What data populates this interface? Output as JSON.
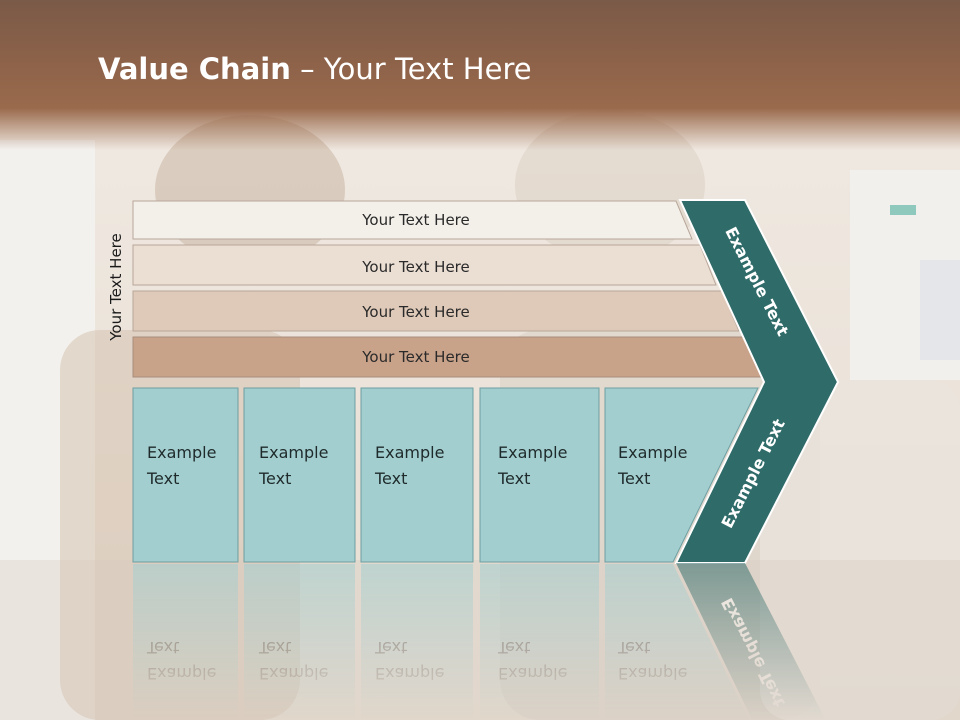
{
  "slide": {
    "title_bold": "Value Chain",
    "title_rest": " – Your Text Here",
    "side_label": "Your Text Here"
  },
  "bars": [
    {
      "label": "Your Text Here",
      "color": "#f3efe9"
    },
    {
      "label": "Your Text Here",
      "color": "#ebded3"
    },
    {
      "label": "Your Text Here",
      "color": "#dfc9b8"
    },
    {
      "label": "Your Text Here",
      "color": "#c9a28a"
    }
  ],
  "boxes": [
    {
      "line1": "Example",
      "line2": "Text"
    },
    {
      "line1": "Example",
      "line2": "Text"
    },
    {
      "line1": "Example",
      "line2": "Text"
    },
    {
      "line1": "Example",
      "line2": "Text"
    },
    {
      "line1": "Example",
      "line2": "Text"
    }
  ],
  "chevron": {
    "upper_label": "Example Text",
    "lower_label": "Example Text",
    "color": "#2f6b69"
  },
  "colors": {
    "box_fill": "#a2ced0",
    "box_stroke": "#6f9fa1",
    "header": "#8c6249"
  }
}
